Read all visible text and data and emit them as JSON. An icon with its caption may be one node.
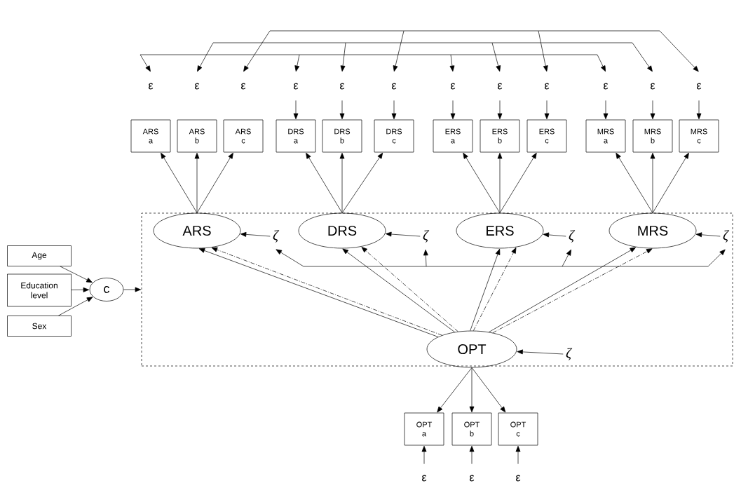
{
  "diagram": {
    "nodes": [
      {
        "text": [
          "ε"
        ]
      },
      {
        "text": [
          "ε"
        ]
      },
      {
        "text": [
          "ε"
        ]
      },
      {
        "text": [
          "ε"
        ]
      },
      {
        "text": [
          "ε"
        ]
      },
      {
        "text": [
          "ε"
        ]
      },
      {
        "text": [
          "ε"
        ]
      },
      {
        "text": [
          "ε"
        ]
      },
      {
        "text": [
          "ε"
        ]
      },
      {
        "text": [
          "ε"
        ]
      },
      {
        "text": [
          "ε"
        ]
      },
      {
        "text": [
          "ε"
        ]
      },
      {
        "text": [
          "ARS a"
        ]
      },
      {
        "text": [
          "ARS b"
        ]
      },
      {
        "text": [
          "ARS c"
        ]
      },
      {
        "text": [
          "DRS a"
        ]
      },
      {
        "text": [
          "DRS b"
        ]
      },
      {
        "text": [
          "DRS c"
        ]
      },
      {
        "text": [
          "ERS a"
        ]
      },
      {
        "text": [
          "ERS b"
        ]
      },
      {
        "text": [
          "ERS c"
        ]
      },
      {
        "text": [
          "MRS a"
        ]
      },
      {
        "text": [
          "MRS b"
        ]
      },
      {
        "text": [
          "MRS c"
        ]
      },
      {
        "text": [],
        "shape": "box"
      },
      {
        "text": [
          "ARS"
        ],
        "in": 24
      },
      {
        "text": [
          "ζ"
        ],
        "in": 24
      },
      {
        "text": [
          "DRS"
        ],
        "in": 24
      },
      {
        "text": [
          "ζ"
        ],
        "in": 24
      },
      {
        "text": [
          "ERS"
        ],
        "in": 24
      },
      {
        "text": [
          "ζ"
        ],
        "in": 24
      },
      {
        "text": [
          "MRS"
        ],
        "in": 24
      },
      {
        "text": [
          "ζ"
        ],
        "in": 24
      },
      {
        "text": [
          "Age"
        ]
      },
      {
        "text": [
          "Education level"
        ]
      },
      {
        "text": [
          "c"
        ]
      },
      {
        "text": [
          "Sex"
        ]
      },
      {
        "text": [
          "OPT"
        ],
        "in": 24
      },
      {
        "text": [
          "ζ"
        ],
        "in": 24
      },
      {
        "text": [
          "OPT a"
        ]
      },
      {
        "text": [
          "OPT b"
        ]
      },
      {
        "text": [
          "OPT c"
        ]
      },
      {
        "text": [
          "ε"
        ]
      },
      {
        "text": [
          "ε"
        ]
      },
      {
        "text": [
          "ε"
        ]
      }
    ],
    "edges": [
      {
        "from": 0,
        "to": 3,
        "arrow": "both"
      },
      {
        "from": 0,
        "to": 6,
        "arrow": "both"
      },
      {
        "from": 0,
        "to": 9,
        "arrow": "both"
      },
      {
        "from": 1,
        "to": 4,
        "arrow": "both"
      },
      {
        "from": 1,
        "to": 7,
        "arrow": "both"
      },
      {
        "from": 1,
        "to": 10,
        "arrow": "both"
      },
      {
        "from": 2,
        "to": 5,
        "arrow": "both"
      },
      {
        "from": 2,
        "to": 8,
        "arrow": "both"
      },
      {
        "from": 2,
        "to": 11,
        "arrow": "both"
      },
      {
        "from": 3,
        "to": 15,
        "arrow": "to"
      },
      {
        "from": 4,
        "to": 16,
        "arrow": "to"
      },
      {
        "from": 5,
        "to": 17,
        "arrow": "to"
      },
      {
        "from": 6,
        "to": 18,
        "arrow": "to"
      },
      {
        "from": 7,
        "to": 19,
        "arrow": "to"
      },
      {
        "from": 8,
        "to": 20,
        "arrow": "to"
      },
      {
        "from": 9,
        "to": 21,
        "arrow": "to"
      },
      {
        "from": 10,
        "to": 22,
        "arrow": "to"
      },
      {
        "from": 11,
        "to": 23,
        "arrow": "to"
      },
      {
        "from": 25,
        "to": 12,
        "arrow": "to"
      },
      {
        "from": 25,
        "to": 13,
        "arrow": "to"
      },
      {
        "from": 25,
        "to": 14,
        "arrow": "to"
      },
      {
        "from": 27,
        "to": 15,
        "arrow": "to"
      },
      {
        "from": 27,
        "to": 16,
        "arrow": "to"
      },
      {
        "from": 27,
        "to": 17,
        "arrow": "to"
      },
      {
        "from": 29,
        "to": 18,
        "arrow": "to"
      },
      {
        "from": 29,
        "to": 19,
        "arrow": "to"
      },
      {
        "from": 29,
        "to": 20,
        "arrow": "to"
      },
      {
        "from": 31,
        "to": 21,
        "arrow": "to"
      },
      {
        "from": 31,
        "to": 22,
        "arrow": "to"
      },
      {
        "from": 31,
        "to": 23,
        "arrow": "to"
      },
      {
        "from": 26,
        "to": 25,
        "arrow": "to"
      },
      {
        "from": 28,
        "to": 27,
        "arrow": "to"
      },
      {
        "from": 30,
        "to": 29,
        "arrow": "to"
      },
      {
        "from": 32,
        "to": 31,
        "arrow": "to"
      },
      {
        "from": 38,
        "to": 37,
        "arrow": "to"
      },
      {
        "from": 26,
        "to": 28,
        "arrow": "both"
      },
      {
        "from": 26,
        "to": 30,
        "arrow": "both"
      },
      {
        "from": 26,
        "to": 32,
        "arrow": "both"
      },
      {
        "from": 37,
        "to": 25,
        "arrow": "to"
      },
      {
        "from": 37,
        "to": 25,
        "arrow": "to",
        "style": "dashed"
      },
      {
        "from": 37,
        "to": 27,
        "arrow": "to"
      },
      {
        "from": 37,
        "to": 27,
        "arrow": "to",
        "style": "dashed"
      },
      {
        "from": 37,
        "to": 29,
        "arrow": "to"
      },
      {
        "from": 37,
        "to": 29,
        "arrow": "to",
        "style": "dashed"
      },
      {
        "from": 37,
        "to": 31,
        "arrow": "to"
      },
      {
        "from": 37,
        "to": 31,
        "arrow": "to",
        "style": "dashed"
      },
      {
        "from": 33,
        "to": 35,
        "arrow": "to"
      },
      {
        "from": 34,
        "to": 35,
        "arrow": "to"
      },
      {
        "from": 36,
        "to": 35,
        "arrow": "to"
      },
      {
        "from": 35,
        "to": 24,
        "arrow": "to"
      },
      {
        "from": 37,
        "to": 39,
        "arrow": "to"
      },
      {
        "from": 37,
        "to": 40,
        "arrow": "to"
      },
      {
        "from": 37,
        "to": 41,
        "arrow": "to"
      },
      {
        "from": 42,
        "to": 39,
        "arrow": "to"
      },
      {
        "from": 43,
        "to": 40,
        "arrow": "to"
      },
      {
        "from": 44,
        "to": 41,
        "arrow": "to"
      }
    ]
  }
}
